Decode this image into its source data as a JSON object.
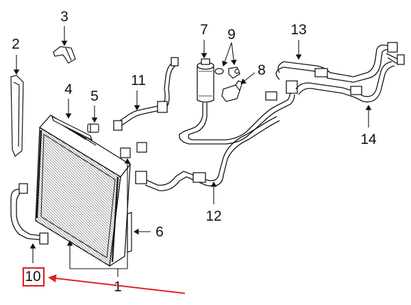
{
  "callouts": {
    "c1": "1",
    "c2": "2",
    "c3": "3",
    "c4": "4",
    "c5": "5",
    "c6": "6",
    "c7": "7",
    "c8": "8",
    "c9": "9",
    "c10": "10",
    "c11": "11",
    "c12": "12",
    "c13": "13",
    "c14": "14"
  },
  "highlight": {
    "callout": "10",
    "color": "#e02020"
  },
  "colors": {
    "ink": "#111111",
    "background": "#ffffff"
  }
}
